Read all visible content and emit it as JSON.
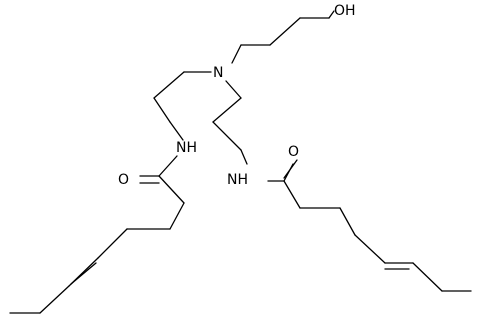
{
  "atoms": {
    "oh": "OH",
    "n_central": "N",
    "nh_left": "NH",
    "nh_right": "NH",
    "o_left": "O",
    "o_right": "O"
  },
  "colors": {
    "bond": "#000000",
    "label": "#000000",
    "background": "#ffffff"
  }
}
